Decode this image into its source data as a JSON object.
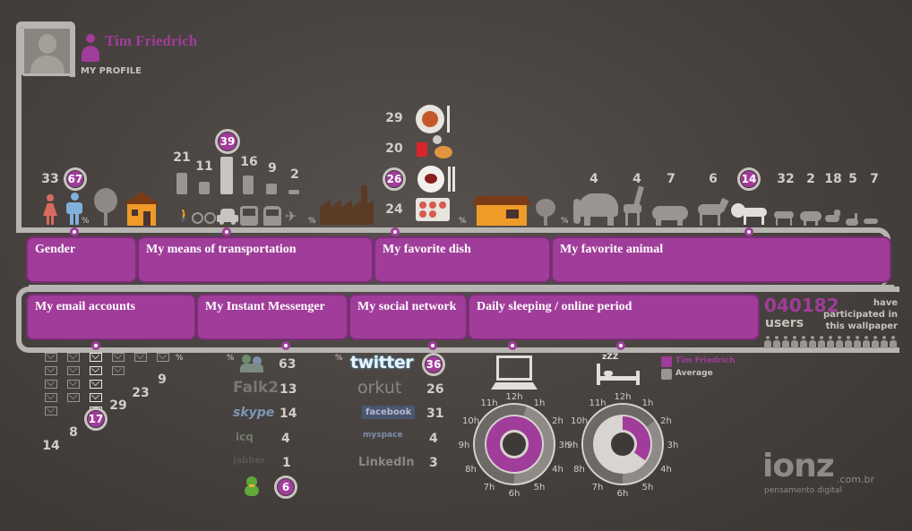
{
  "profile": {
    "name": "Tim Friedrich",
    "label": "MY PROFILE"
  },
  "gender": {
    "female": "33",
    "male_badge": "67",
    "pct": "%"
  },
  "transport": {
    "badge": "39",
    "values": [
      "21",
      "11",
      "16",
      "9",
      "2"
    ],
    "pct": "%"
  },
  "dish": {
    "values": [
      "29",
      "20",
      "24"
    ],
    "badge": "26",
    "pct": "%"
  },
  "animal": {
    "pct": "%",
    "values": [
      "4",
      "4",
      "7",
      "6",
      "32",
      "2",
      "18",
      "5",
      "7"
    ],
    "badge": "14"
  },
  "categories_top": [
    "Gender",
    "My means of transportation",
    "My favorite dish",
    "My favorite animal"
  ],
  "categories_bottom": [
    "My email accounts",
    "My Instant Messenger",
    "My social network",
    "Daily sleeping / online period"
  ],
  "users": {
    "count": "040182",
    "label": "users",
    "caption": "have participated in this wallpaper"
  },
  "email": {
    "pct": "%",
    "values": [
      "14",
      "8",
      "29",
      "23",
      "9"
    ],
    "badge": "17"
  },
  "messenger": {
    "pct": "%",
    "items": [
      {
        "name": "msn",
        "value": "63"
      },
      {
        "name": "Falk2",
        "value": "13"
      },
      {
        "name": "skype",
        "value": "14"
      },
      {
        "name": "icq",
        "value": "4"
      },
      {
        "name": "jabber",
        "value": "1"
      }
    ],
    "badge": "6"
  },
  "social": {
    "pct": "%",
    "items": [
      {
        "name": "twitter",
        "value": "36"
      },
      {
        "name": "orkut",
        "value": "26"
      },
      {
        "name": "facebook",
        "value": "31"
      },
      {
        "name": "myspace",
        "value": "4"
      },
      {
        "name": "LinkedIn",
        "value": "3"
      }
    ]
  },
  "legend": {
    "you": "Tim Friedrich",
    "average": "Average"
  },
  "clock_hours": [
    "12h",
    "1h",
    "2h",
    "3h",
    "4h",
    "5h",
    "6h",
    "7h",
    "8h",
    "9h",
    "10h",
    "11h"
  ],
  "clock_online": {
    "you_pct": 1.0,
    "avg_pct": 0.55
  },
  "clock_sleep": {
    "you_pct": 0.35,
    "avg_pct": 0.65
  },
  "brand": {
    "logo": "ionz",
    "suffix": ".com.br",
    "tagline": "pensamento digital"
  },
  "colors": {
    "accent": "#a03c9a",
    "rail": "#b7b5b2",
    "grey": "#9a9590"
  }
}
